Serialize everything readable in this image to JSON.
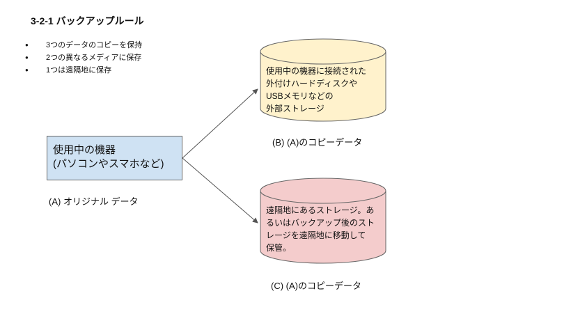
{
  "title": "3-2-1 バックアップルール",
  "rules": [
    "3つのデータのコピーを保持",
    "2つの異なるメディアに保存",
    "1つは遠隔地に保存"
  ],
  "source": {
    "line1": "使用中の機器",
    "line2": "(パソコンやスマホなど)",
    "caption": "(A) オリジナル データ",
    "fill": "#cfe2f3"
  },
  "copy_b": {
    "text": "使用中の機器に接続された\n外付けハードディスクや\nUSBメモリなどの\n外部ストレージ",
    "caption": "(B) (A)のコピーデータ",
    "fill": "#fff2cc"
  },
  "copy_c": {
    "text": "遠隔地にあるストレージ。あ\nるいはバックアップ後のスト\nレージを遠隔地に移動して\n保管。",
    "caption": "(C) (A)のコピーデータ",
    "fill": "#f4cccc"
  }
}
